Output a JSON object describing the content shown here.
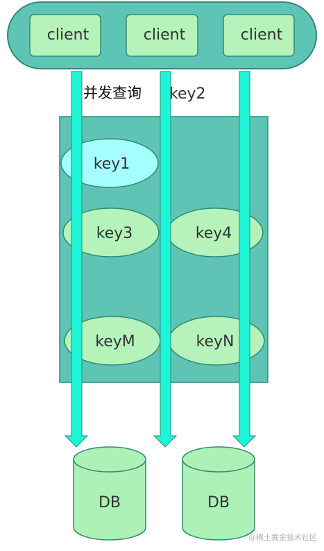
{
  "clients": [
    "client",
    "client",
    "client"
  ],
  "cache_keys": {
    "key1": "key1",
    "key2": "key2",
    "key3": "key3",
    "key4": "key4",
    "keyM": "keyM",
    "keyN": "keyN"
  },
  "annotation": "并发查询",
  "databases": [
    "DB",
    "DB"
  ],
  "watermark": "@稀土掘金技术社区",
  "colors": {
    "client_group_fill": "#5ec4b6",
    "client_box_fill": "#b5f3ba",
    "cache_area_fill": "#5fc4b5",
    "key_node_fill": "#b5f3ba",
    "key_highlight_fill": "#a6ffff",
    "arrow_fill": "#1df5d6",
    "db_fill": "#adf1b6",
    "stroke": "#2e8b72"
  }
}
